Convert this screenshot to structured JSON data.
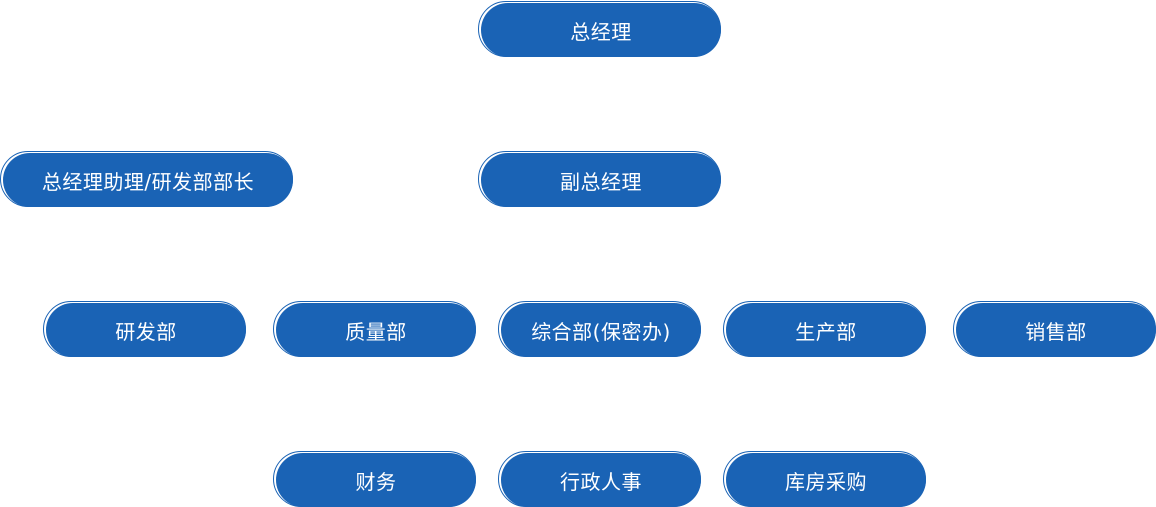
{
  "nodes": {
    "ceo": "总经理",
    "assistant": "总经理助理/研发部部长",
    "vice_manager": "副总经理",
    "rd": "研发部",
    "quality": "质量部",
    "general": "综合部(保密办)",
    "production": "生产部",
    "sales": "销售部",
    "finance": "财务",
    "admin_hr": "行政人事",
    "warehouse_purchasing": "库房采购"
  },
  "colors": {
    "node_fill": "#1a63b5",
    "node_text": "#ffffff",
    "background": "#ffffff"
  }
}
